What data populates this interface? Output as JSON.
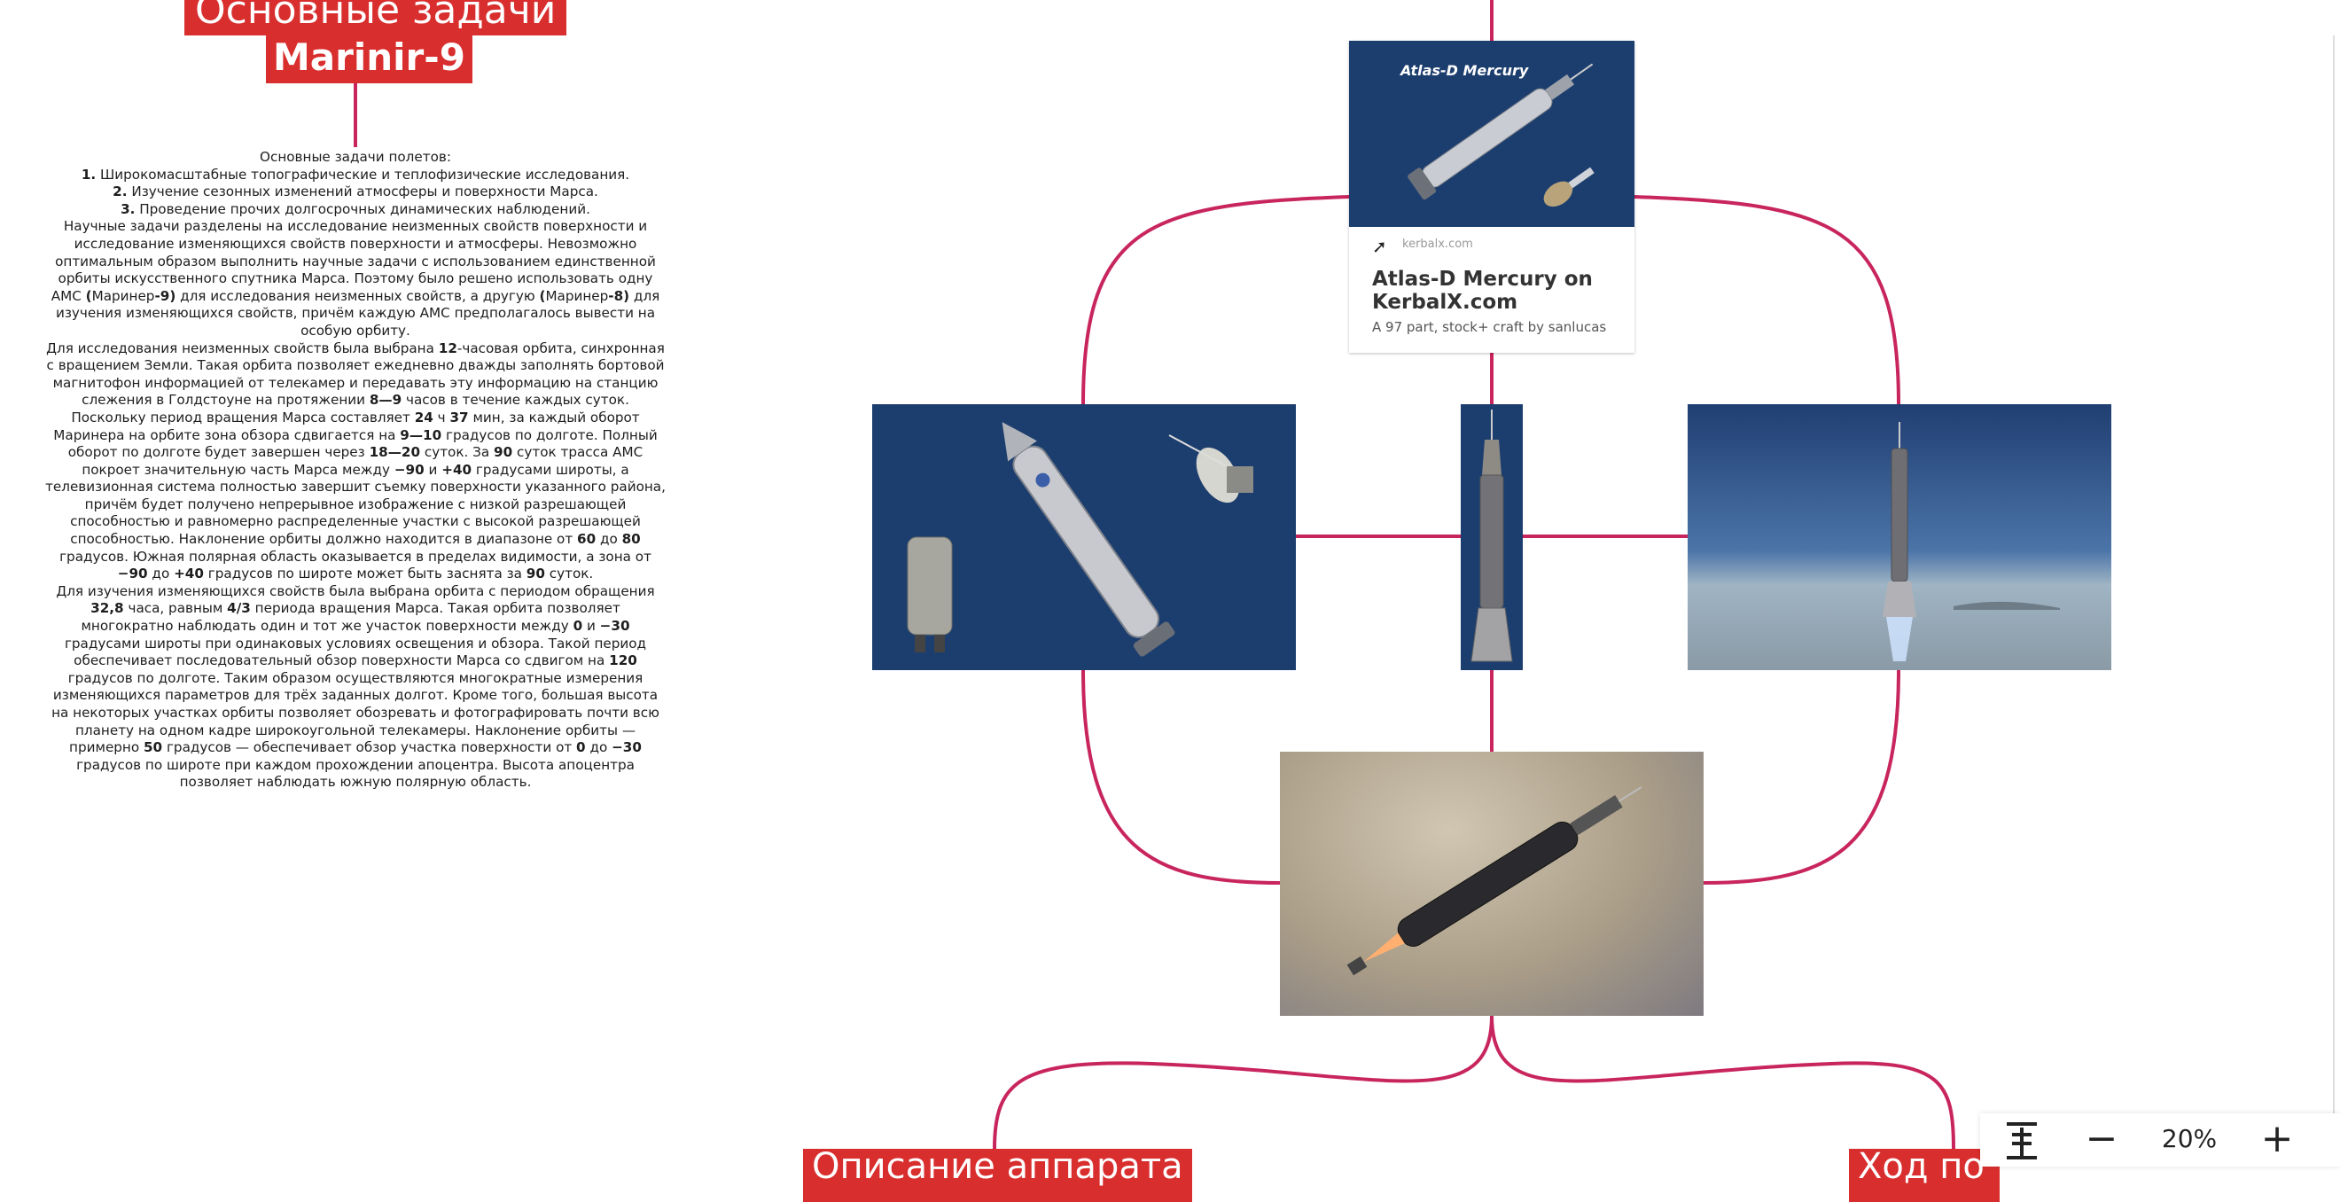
{
  "title": {
    "line1": "Основные задачи",
    "line2": "Marinir-9"
  },
  "body_text": [
    {
      "parts": [
        {
          "t": "Основные задачи полетов:"
        }
      ]
    },
    {
      "parts": [
        {
          "t": "1.",
          "b": true
        },
        {
          "t": " Широкомасштабные топографические и теплофизические исследования."
        }
      ]
    },
    {
      "parts": [
        {
          "t": "2.",
          "b": true
        },
        {
          "t": " Изучение сезонных изменений атмосферы и поверхности Марса."
        }
      ]
    },
    {
      "parts": [
        {
          "t": "3.",
          "b": true
        },
        {
          "t": " Проведение прочих долгосрочных динамических наблюдений."
        }
      ]
    },
    {
      "parts": [
        {
          "t": "Научные задачи разделены на исследование неизменных свойств поверхности и исследование изменяющихся свойств поверхности и атмосферы. Невозможно оптимальным образом выполнить научные задачи с использованием единственной орбиты искусственного спутника Марса. Поэтому было решено использовать одну АМС "
        },
        {
          "t": "(",
          "b": true
        },
        {
          "t": "Маринер"
        },
        {
          "t": "-9)",
          "b": true
        },
        {
          "t": " для исследования неизменных свойств, а другую "
        },
        {
          "t": "(",
          "b": true
        },
        {
          "t": "Маринер"
        },
        {
          "t": "-8)",
          "b": true
        },
        {
          "t": " для изучения изменяющихся свойств, причём каждую АМС предполагалось вывести на особую орбиту."
        }
      ]
    },
    {
      "parts": [
        {
          "t": "Для исследования неизменных свойств была выбрана "
        },
        {
          "t": "12",
          "b": true
        },
        {
          "t": "-часовая орбита, синхронная с вращением Земли. Такая орбита позволяет ежедневно дважды заполнять бортовой магнитофон информацией от телекамер и передавать эту информацию на станцию слежения в Голдстоуне на протяжении "
        },
        {
          "t": "8—9",
          "b": true
        },
        {
          "t": " часов в течение каждых суток. Поскольку период вращения Марса составляет "
        },
        {
          "t": "24",
          "b": true
        },
        {
          "t": " ч "
        },
        {
          "t": "37",
          "b": true
        },
        {
          "t": " мин, за каждый оборот Маринера на орбите зона обзора сдвигается на "
        },
        {
          "t": "9—10",
          "b": true
        },
        {
          "t": " градусов по долготе. Полный оборот по долготе будет завершен через "
        },
        {
          "t": "18—20",
          "b": true
        },
        {
          "t": " суток. За "
        },
        {
          "t": "90",
          "b": true
        },
        {
          "t": " суток трасса АМС покроет значительную часть Марса между "
        },
        {
          "t": "−90",
          "b": true
        },
        {
          "t": " и "
        },
        {
          "t": "+40",
          "b": true
        },
        {
          "t": " градусами широты, а телевизионная система полностью завершит съемку поверхности указанного района, причём будет получено непрерывное изображение с низкой разрешающей способностью и равномерно распределенные участки с высокой разрешающей способностью. Наклонение орбиты должно находится в диапазоне от "
        },
        {
          "t": "60",
          "b": true
        },
        {
          "t": " до "
        },
        {
          "t": "80",
          "b": true
        },
        {
          "t": " градусов. Южная полярная область оказывается в пределах видимости, а зона от "
        },
        {
          "t": "−90",
          "b": true
        },
        {
          "t": " до "
        },
        {
          "t": "+40",
          "b": true
        },
        {
          "t": " градусов по широте может быть заснята за "
        },
        {
          "t": "90",
          "b": true
        },
        {
          "t": " суток."
        }
      ]
    },
    {
      "parts": [
        {
          "t": "Для изучения изменяющихся свойств была выбрана орбита с периодом обращения "
        },
        {
          "t": "32,8",
          "b": true
        },
        {
          "t": " часа, равным "
        },
        {
          "t": "4/3",
          "b": true
        },
        {
          "t": " периода вращения Марса. Такая орбита позволяет многократно наблюдать один и тот же участок поверхности между "
        },
        {
          "t": "0",
          "b": true
        },
        {
          "t": " и "
        },
        {
          "t": "−30",
          "b": true
        },
        {
          "t": " градусами широты при одинаковых условиях освещения и обзора. Такой период обеспечивает последовательный обзор поверхности Марса со сдвигом на "
        },
        {
          "t": "120",
          "b": true
        },
        {
          "t": " градусов по долготе. Таким образом осуществляются многократные измерения изменяющихся параметров для трёх заданных долгот. Кроме того, большая высота на некоторых участках орбиты позволяет обозревать и фотографировать почти всю планету на одном кадре широкоугольной телекамеры. Наклонение орбиты — примерно "
        },
        {
          "t": "50",
          "b": true
        },
        {
          "t": " градусов — обеспечивает обзор участка поверхности от "
        },
        {
          "t": "0",
          "b": true
        },
        {
          "t": " до "
        },
        {
          "t": "−30",
          "b": true
        },
        {
          "t": " градусов по широте при каждом прохождении апоцентра. Высота апоцентра позволяет наблюдать южную полярную область."
        }
      ]
    }
  ],
  "card": {
    "image_caption": "Atlas-D Mercury",
    "site": "kerbalx.com",
    "site_icon": "rocket-icon",
    "title": "Atlas-D Mercury on KerbalX.com",
    "description": "A 97 part, stock+ craft by sanlucas"
  },
  "bottom_labels": {
    "left": "Описание аппарата",
    "right": "Ход по"
  },
  "zoom": {
    "fit_icon": "fit-to-screen-icon",
    "out_label": "−",
    "level": "20%",
    "in_label": "+"
  },
  "colors": {
    "accent_red": "#d92e2e",
    "connector": "#c8255e",
    "image_bg_blue": "#1c3e6e"
  }
}
